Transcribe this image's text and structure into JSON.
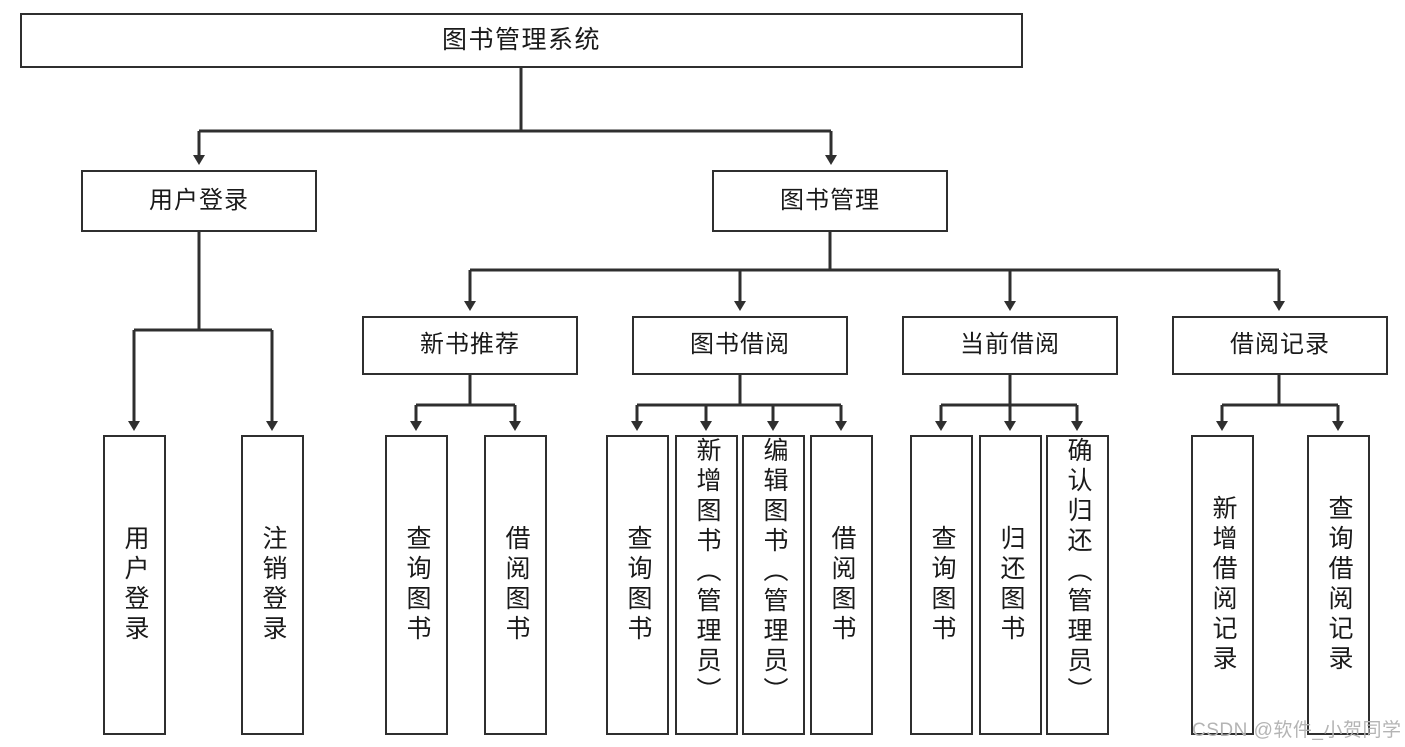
{
  "diagram": {
    "type": "hierarchy-tree",
    "title": "图书管理系统",
    "background": "#ffffff",
    "line_color": "#2f2f2f",
    "text_color": "#1a1a1a",
    "nodes": {
      "root": {
        "label": "图书管理系统"
      },
      "level2": [
        {
          "id": "user-login",
          "label": "用户登录"
        },
        {
          "id": "book-management",
          "label": "图书管理"
        }
      ],
      "level3": [
        {
          "id": "new-book-recommend",
          "label": "新书推荐"
        },
        {
          "id": "book-borrow",
          "label": "图书借阅"
        },
        {
          "id": "current-borrow",
          "label": "当前借阅"
        },
        {
          "id": "borrow-record",
          "label": "借阅记录"
        }
      ],
      "leaves": {
        "user_login": [
          {
            "id": "leaf-user-login",
            "label": "用户登录"
          },
          {
            "id": "leaf-logout-login",
            "label": "注销登录"
          }
        ],
        "new_book_recommend": [
          {
            "id": "leaf-query-book-1",
            "label": "查询图书"
          },
          {
            "id": "leaf-borrow-book-1",
            "label": "借阅图书"
          }
        ],
        "book_borrow": [
          {
            "id": "leaf-query-book-2",
            "label": "查询图书"
          },
          {
            "id": "leaf-add-book",
            "label": "新增图书（管理员）"
          },
          {
            "id": "leaf-edit-book",
            "label": "编辑图书（管理员）"
          },
          {
            "id": "leaf-borrow-book-2",
            "label": "借阅图书"
          }
        ],
        "current_borrow": [
          {
            "id": "leaf-query-book-3",
            "label": "查询图书"
          },
          {
            "id": "leaf-return-book",
            "label": "归还图书"
          },
          {
            "id": "leaf-confirm-return",
            "label": "确认归还（管理员）"
          }
        ],
        "borrow_record": [
          {
            "id": "leaf-add-record",
            "label": "新增借阅记录"
          },
          {
            "id": "leaf-query-record",
            "label": "查询借阅记录"
          }
        ]
      }
    }
  },
  "watermark": {
    "text": "CSDN @软件_小贺同学"
  }
}
